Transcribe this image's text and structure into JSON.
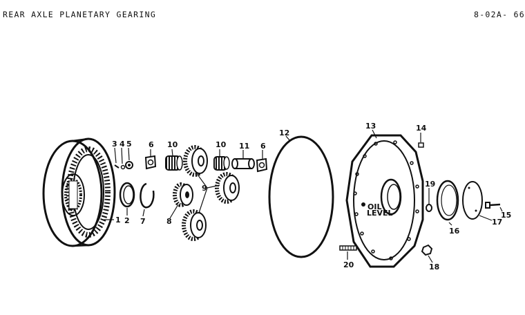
{
  "header": {
    "title": "REAR AXLE PLANETARY GEARING",
    "page": "8-02A- 66"
  },
  "callouts": {
    "c1": "1",
    "c2": "2",
    "c3": "3",
    "c4": "4",
    "c5": "5",
    "c6a": "6",
    "c6b": "6",
    "c7": "7",
    "c8": "8",
    "c9": "9",
    "c10a": "10",
    "c10b": "10",
    "c11": "11",
    "c12": "12",
    "c13": "13",
    "c14": "14",
    "c15": "15",
    "c16": "16",
    "c17": "17",
    "c18": "18",
    "c19": "19",
    "c20": "20"
  },
  "housing_text": {
    "oil": "OIL",
    "level": "LEVEL"
  }
}
